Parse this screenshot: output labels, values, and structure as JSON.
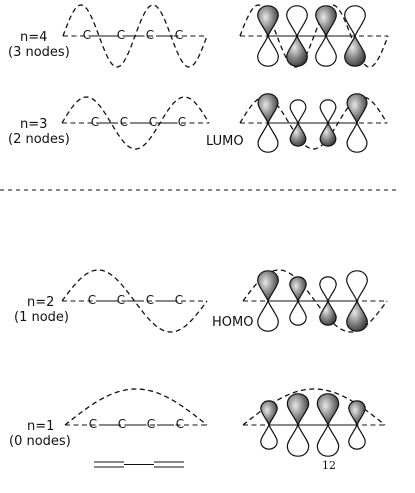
{
  "levels": [
    {
      "n_label": "n=4",
      "node_label": "(3 nodes)",
      "tag": "",
      "atoms": [
        "C",
        "C",
        "C",
        "C"
      ],
      "signs": [
        1,
        -1,
        1,
        -1
      ],
      "sizes": [
        0.9,
        0.9,
        0.9,
        0.9
      ]
    },
    {
      "n_label": "n=3",
      "node_label": "(2 nodes)",
      "tag": "LUMO",
      "atoms": [
        "C",
        "C",
        "C",
        "C"
      ],
      "signs": [
        1,
        -1,
        -1,
        1
      ],
      "sizes": [
        0.85,
        0.55,
        0.55,
        0.85
      ]
    },
    {
      "n_label": "n=2",
      "node_label": "(1 node)",
      "tag": "HOMO",
      "atoms": [
        "C",
        "C",
        "C",
        "C"
      ],
      "signs": [
        1,
        1,
        -1,
        -1
      ],
      "sizes": [
        0.9,
        0.6,
        0.6,
        0.9
      ]
    },
    {
      "n_label": "n=1",
      "node_label": "(0 nodes)",
      "tag": "",
      "atoms": [
        "C",
        "C",
        "C",
        "C"
      ],
      "signs": [
        1,
        1,
        1,
        1
      ],
      "sizes": [
        0.6,
        0.95,
        0.95,
        0.6
      ]
    }
  ],
  "page_number": "12",
  "colors": {
    "ink": "#111111",
    "shade_dark": "#2a2a2a",
    "shade_light": "#e8e8e8",
    "paper": "#ffffff"
  }
}
